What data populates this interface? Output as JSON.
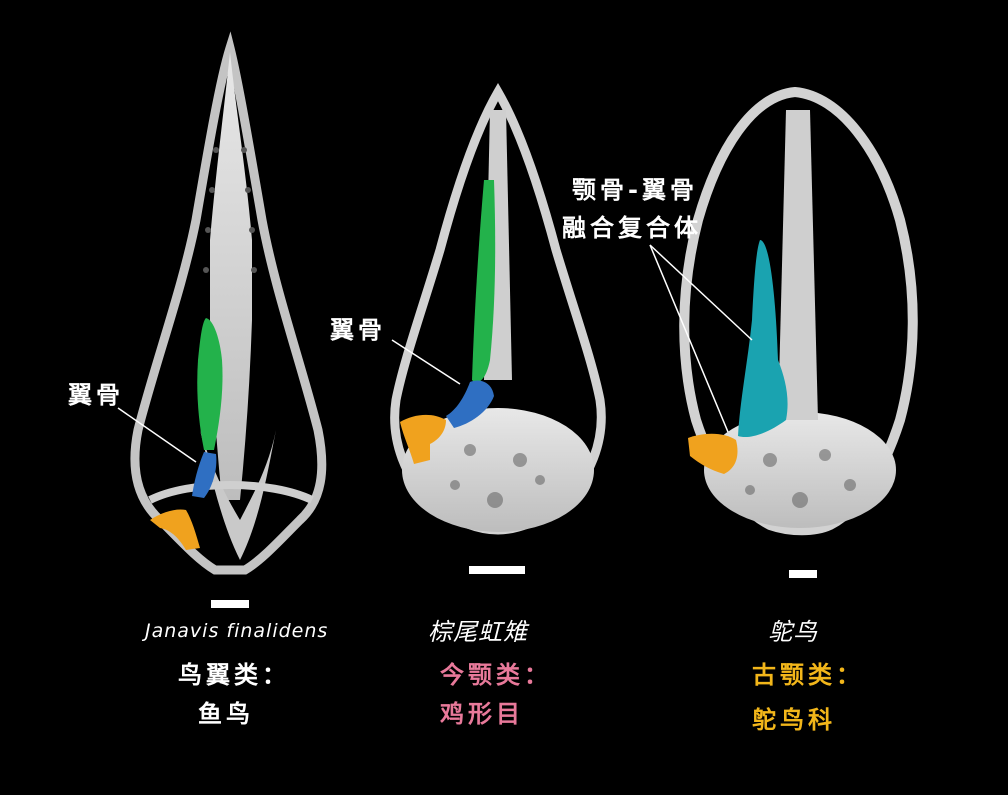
{
  "colors": {
    "background": "#000000",
    "bone": "#d9d9d9",
    "pterygoid_green": "#23b24b",
    "pterygoid_blue": "#2f6fc2",
    "palatine_orange": "#f0a21e",
    "fused_teal": "#1aa3b0",
    "neognath_pink": "#e8799a",
    "paleognath_yellow": "#f2b61a"
  },
  "skulls": [
    {
      "id": "janavis",
      "species": "Janavis finalidens",
      "clade": "鸟翼类：",
      "group": "鱼鸟",
      "callout": "翼骨"
    },
    {
      "id": "pheasant",
      "species": "棕尾虹雉",
      "clade": "今颚类：",
      "group": "鸡形目",
      "callout": "翼骨"
    },
    {
      "id": "ostrich",
      "species": "鸵鸟",
      "clade": "古颚类：",
      "group": "鸵鸟科",
      "callout": "颚骨-翼骨\n融合复合体"
    }
  ],
  "callout_ostrich_line1": "颚骨-翼骨",
  "callout_ostrich_line2": "融合复合体"
}
